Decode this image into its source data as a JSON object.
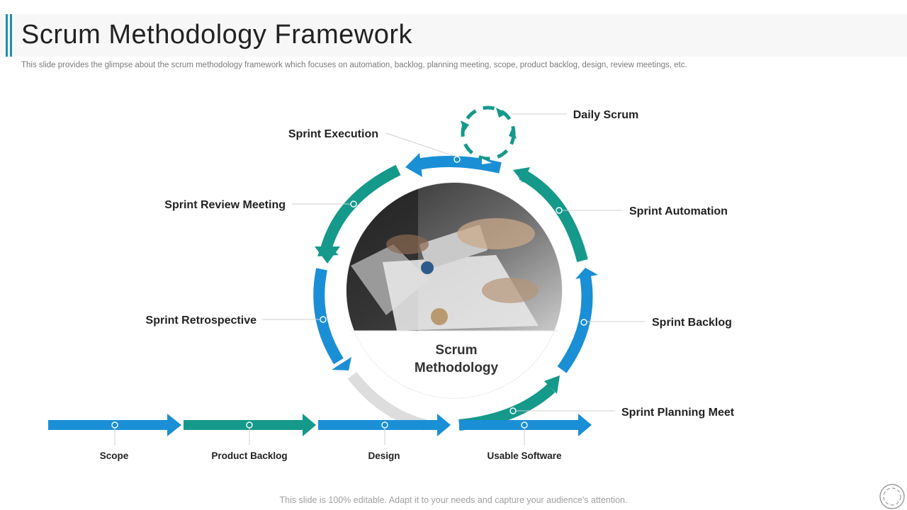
{
  "header": {
    "title": "Scrum Methodology Framework",
    "subtitle": "This slide provides the glimpse about the scrum methodology framework which focuses on automation, backlog, planning meeting, scope, product backlog, design, review meetings, etc."
  },
  "cycle": {
    "center_line1": "Scrum",
    "center_line2": "Methodology",
    "stages": {
      "daily_scrum": "Daily Scrum",
      "sprint_execution": "Sprint Execution",
      "sprint_review_meeting": "Sprint Review Meeting",
      "sprint_retrospective": "Sprint Retrospective",
      "sprint_automation": "Sprint Automation",
      "sprint_backlog": "Sprint Backlog",
      "sprint_planning_meet": "Sprint Planning Meet"
    }
  },
  "pipeline": {
    "steps": [
      "Scope",
      "Product Backlog",
      "Design",
      "Usable Software"
    ]
  },
  "footer": {
    "note": "This slide is 100% editable. Adapt it to your needs and capture your audience's attention."
  },
  "colors": {
    "blue": "#1a8fd6",
    "teal": "#15998a",
    "gray_arc": "#dddddd",
    "accent": "#1f8fa6"
  },
  "icons": [
    "circle-logo-icon"
  ]
}
